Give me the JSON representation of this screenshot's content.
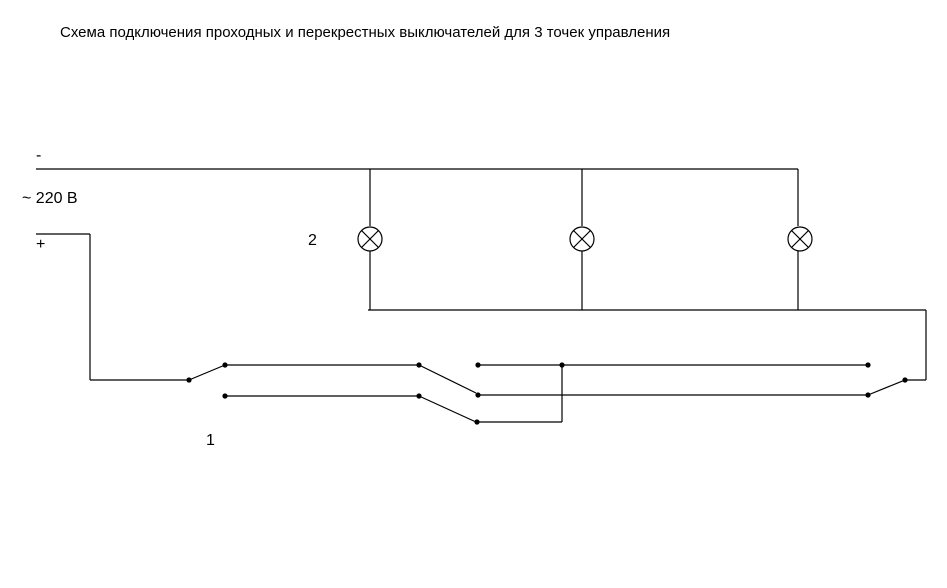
{
  "title": "Схема подключения проходных и перекрестных выключателей для 3 точек управления",
  "supply": {
    "minus_label": "-",
    "voltage_label": "~ 220 В",
    "plus_label": "+"
  },
  "markers": {
    "label_2": "2",
    "label_1": "1"
  },
  "lamps": [
    {
      "symbol": "lamp-icon"
    },
    {
      "symbol": "lamp-icon"
    },
    {
      "symbol": "lamp-icon"
    }
  ],
  "switches": [
    {
      "type": "pass-through switch"
    },
    {
      "type": "cross switch"
    },
    {
      "type": "pass-through switch"
    }
  ]
}
